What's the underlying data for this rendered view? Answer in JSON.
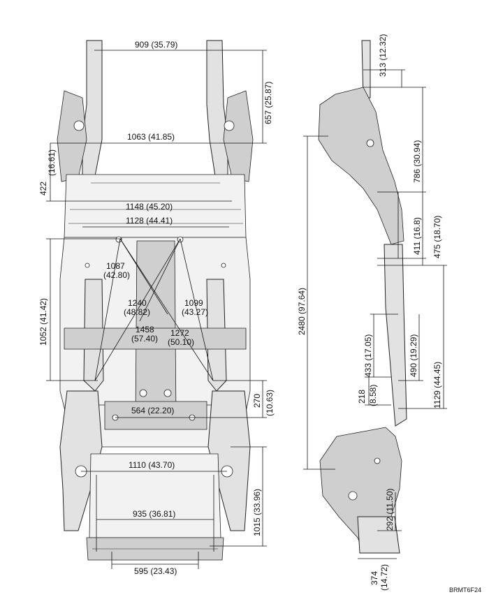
{
  "diagram": {
    "code": "BRMT6F24",
    "dimensions": {
      "top_rail_width": "909 (35.79)",
      "upper_width": "1063 (41.85)",
      "front_rail_length": "657 (25.87)",
      "side_422_a": "422",
      "side_422_b": "(16.61)",
      "width_1148": "1148 (45.20)",
      "width_1128": "1128 (44.41)",
      "diag_1087_a": "1087",
      "diag_1087_b": "(42.80)",
      "diag_1240_a": "1240",
      "diag_1240_b": "(48.82)",
      "diag_1099_a": "1099",
      "diag_1099_b": "(43.27)",
      "diag_1458_a": "1458",
      "diag_1458_b": "(57.40)",
      "diag_1272_a": "1272",
      "diag_1272_b": "(50.10)",
      "length_1052": "1052 (41.42)",
      "width_564": "564 (22.20)",
      "side_270_a": "270",
      "side_270_b": "(10.63)",
      "width_1110": "1110 (43.70)",
      "length_1015": "1015 (33.96)",
      "width_935": "935 (36.81)",
      "width_595": "595 (23.43)",
      "side_313": "313 (12.32)",
      "side_786": "786 (30.94)",
      "side_411": "411 (16.8)",
      "side_475": "475 (18.70)",
      "total_2480": "2480 (97.64)",
      "side_433": "433 (17.05)",
      "side_490": "490 (19.29)",
      "side_1129": "1129 (44.45)",
      "side_218_a": "218",
      "side_218_b": "(8.58)",
      "side_292": "292 (11.50)",
      "side_374_a": "374",
      "side_374_b": "(14.72)"
    }
  },
  "colors": {
    "line": "#111111",
    "body_fill": "#e2e2e2",
    "body_dark": "#cfcfcf"
  }
}
